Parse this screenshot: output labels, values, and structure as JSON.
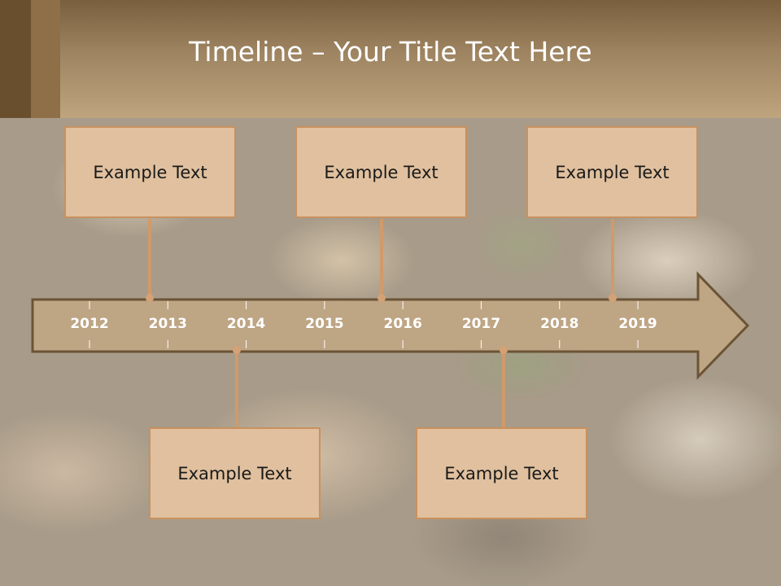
{
  "slide": {
    "title": "Timeline – Your Title Text Here"
  },
  "timeline": {
    "years": [
      "2012",
      "2013",
      "2014",
      "2015",
      "2016",
      "2017",
      "2018",
      "2019"
    ],
    "events": [
      {
        "label": "Example Text",
        "position": "above"
      },
      {
        "label": "Example Text",
        "position": "above"
      },
      {
        "label": "Example Text",
        "position": "above"
      },
      {
        "label": "Example Text",
        "position": "below"
      },
      {
        "label": "Example Text",
        "position": "below"
      }
    ]
  },
  "colors": {
    "header": "#9e8461",
    "arrow_fill": "#bea584",
    "arrow_stroke": "#6b5436",
    "box_fill": "#e0c09e",
    "box_border": "#c8915f",
    "connector": "#d09a6a"
  }
}
